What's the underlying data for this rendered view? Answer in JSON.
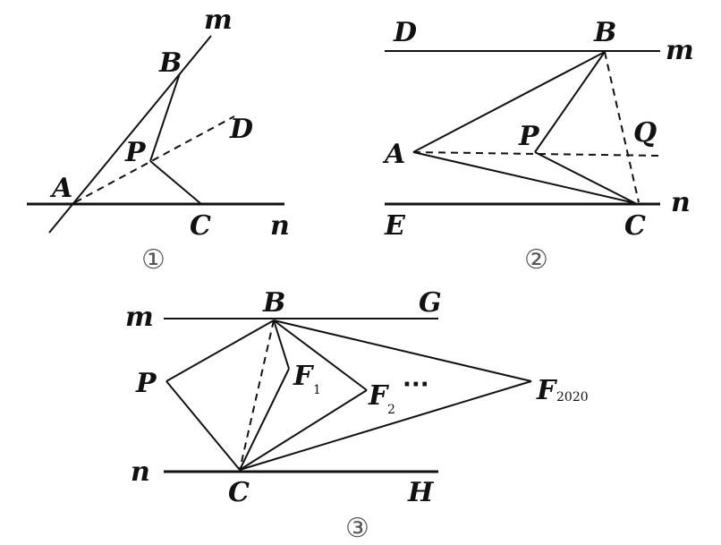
{
  "figure1": {
    "caption": "①",
    "labels": {
      "m": "m",
      "B": "B",
      "D": "D",
      "P": "P",
      "A": "A",
      "C": "C",
      "n": "n"
    }
  },
  "figure2": {
    "caption": "②",
    "labels": {
      "D": "D",
      "B": "B",
      "m": "m",
      "P": "P",
      "Q": "Q",
      "A": "A",
      "n": "n",
      "E": "E",
      "C": "C"
    }
  },
  "figure3": {
    "caption": "③",
    "labels": {
      "m": "m",
      "B": "B",
      "G": "G",
      "P": "P",
      "F1": "F",
      "F1_sub": "1",
      "F2": "F",
      "F2_sub": "2",
      "ellipsis": "···",
      "F2020": "F",
      "F2020_sub": "2020",
      "n": "n",
      "C": "C",
      "H": "H"
    }
  }
}
